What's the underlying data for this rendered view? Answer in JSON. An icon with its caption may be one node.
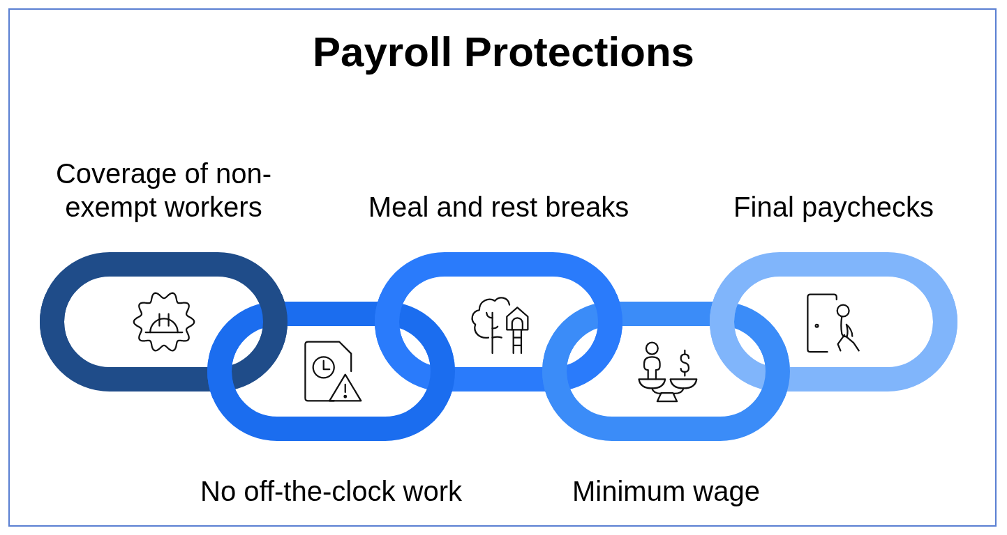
{
  "diagram": {
    "title": "Payroll Protections",
    "nodes": [
      {
        "text": [
          "Coverage of non-exempt workers"
        ]
      },
      {
        "text": [
          "No off-the-clock work"
        ]
      },
      {
        "text": [
          "Meal and rest breaks"
        ]
      },
      {
        "text": [
          "Minimum wage"
        ]
      },
      {
        "text": [
          "Final paychecks"
        ]
      }
    ]
  }
}
